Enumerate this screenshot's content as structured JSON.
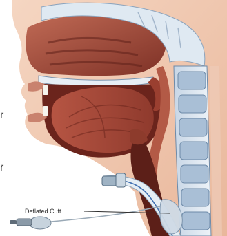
{
  "diagram": {
    "callout": {
      "label": "Deflated Cuft"
    },
    "edge_glyphs": [
      "r",
      "r"
    ]
  },
  "colors": {
    "skin": "#f1c8ae",
    "tissue": "#a64c3a",
    "tissue_dark": "#7a2e24",
    "bone": "#d9e4ee",
    "bone_edge": "#6d8aa8",
    "tube": "#dfe8ef"
  }
}
